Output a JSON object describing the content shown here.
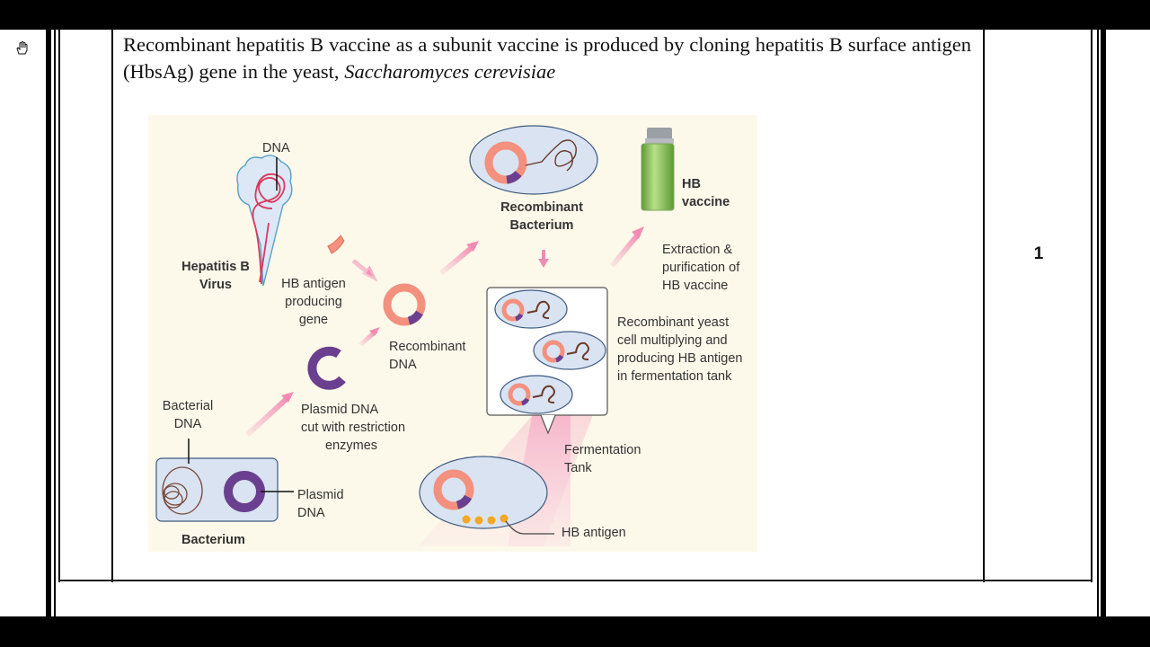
{
  "question": {
    "text_main": "Recombinant hepatitis B vaccine as a subunit vaccine is produced by cloning hepatitis B surface antigen (HbsAg) gene in the yeast, ",
    "text_italic": "Saccharomyces cerevisiae"
  },
  "marks": "1",
  "cursor": {
    "icon": "hand-pointer-icon"
  },
  "figure": {
    "background_color": "#fdf9ea",
    "colors": {
      "gene": "#f4907e",
      "plasmid": "#6b3f8f",
      "cell_fill": "#dce6f2",
      "cell_stroke": "#3d5a80",
      "arrow": "#f3a3c0",
      "virus_dna": "#d83a5e",
      "antigen": "#f5a623",
      "vaccine_liquid": "#7ab648"
    },
    "labels": {
      "dna": "DNA",
      "hepatitis_b_virus": [
        "Hepatitis B",
        "Virus"
      ],
      "hb_antigen_gene": [
        "HB antigen",
        "producing",
        "gene"
      ],
      "recombinant_dna": [
        "Recombinant",
        "DNA"
      ],
      "plasmid_cut": [
        "Plasmid DNA",
        "cut with restriction",
        "enzymes"
      ],
      "bacterial_dna": [
        "Bacterial",
        "DNA"
      ],
      "plasmid_dna": [
        "Plasmid",
        "DNA"
      ],
      "bacterium": "Bacterium",
      "recombinant_bacterium": [
        "Recombinant",
        "Bacterium"
      ],
      "hb_vaccine": [
        "HB",
        "vaccine"
      ],
      "extraction": [
        "Extraction &",
        "purification of",
        "HB vaccine"
      ],
      "yeast_multiplying": [
        "Recombinant yeast",
        "cell multiplying and",
        "producing HB antigen",
        "in fermentation tank"
      ],
      "fermentation_tank": [
        "Fermentation",
        "Tank"
      ],
      "hb_antigen": "HB antigen"
    }
  }
}
